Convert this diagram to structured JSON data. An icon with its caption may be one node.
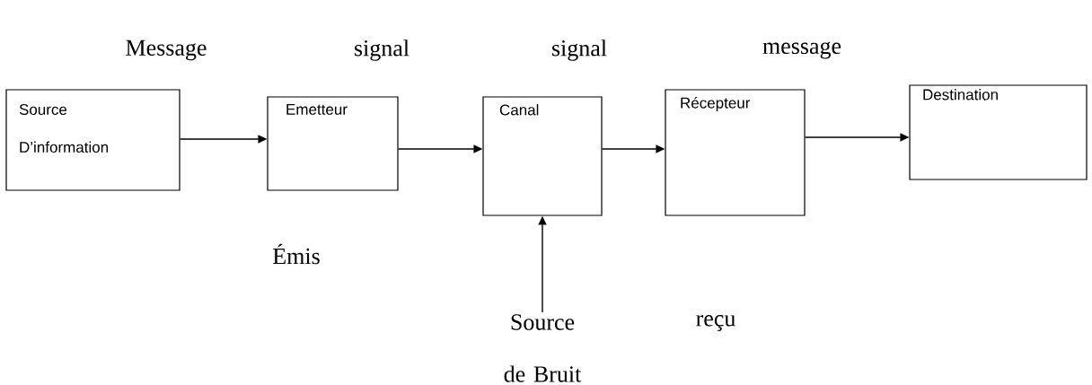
{
  "diagram": {
    "nodes": [
      {
        "text": [
          "Source D’information"
        ]
      },
      {
        "text": [
          "Emetteur"
        ]
      },
      {
        "text": [
          "Canal"
        ]
      },
      {
        "text": [
          "Récepteur"
        ]
      },
      {
        "text": [
          "Destination"
        ]
      },
      {
        "text": [
          "Source de Bruit"
        ]
      }
    ],
    "edges": [
      {
        "from": 0,
        "to": 1,
        "arrow": "to"
      },
      {
        "from": 1,
        "to": 2,
        "arrow": "to"
      },
      {
        "from": 2,
        "to": 3,
        "arrow": "to"
      },
      {
        "from": 3,
        "to": 4,
        "arrow": "to"
      },
      {
        "from": 5,
        "to": 2,
        "arrow": "to"
      }
    ],
    "labels": [
      "Message",
      "signal",
      "signal",
      "message",
      "Émis",
      "reçu"
    ]
  }
}
